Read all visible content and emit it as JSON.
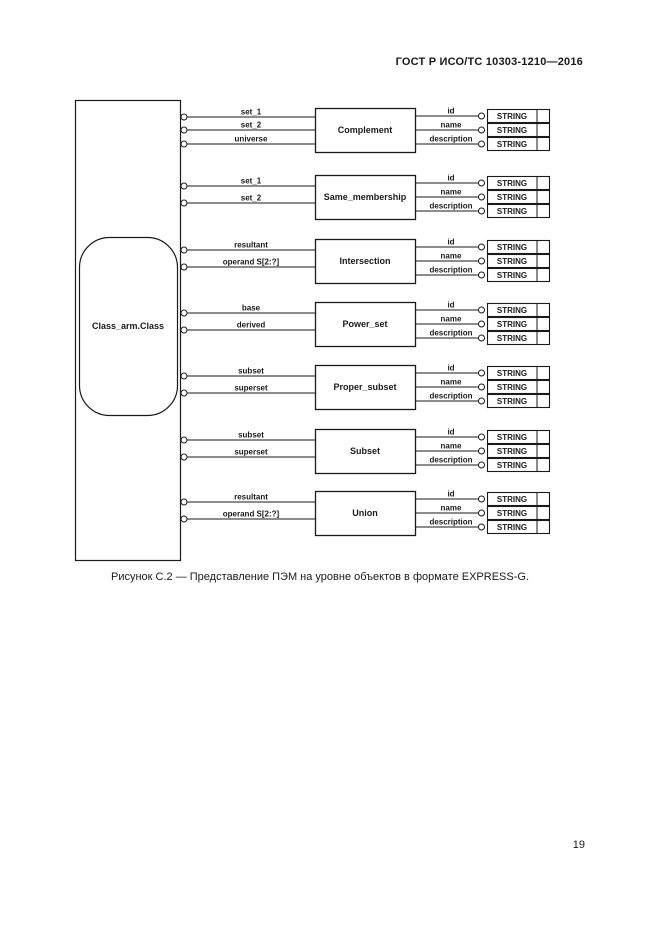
{
  "page": {
    "header": "ГОСТ Р ИСО/ТС 10303-1210—2016",
    "caption": "Рисунок С.2 — Представление ПЭМ на уровне объектов в формате EXPRESS-G.",
    "page_number": "19"
  },
  "diagram": {
    "type": "express-g",
    "class_node_label": "Class_arm.Class",
    "string_type_label": "STRING",
    "right_attributes": [
      "id",
      "name",
      "description"
    ],
    "entities": [
      {
        "name": "Complement",
        "left_attributes": [
          "set_1",
          "set_2",
          "universe"
        ]
      },
      {
        "name": "Same_membership",
        "left_attributes": [
          "set_1",
          "set_2"
        ]
      },
      {
        "name": "Intersection",
        "left_attributes": [
          "resultant",
          "operand S[2:?]"
        ]
      },
      {
        "name": "Power_set",
        "left_attributes": [
          "base",
          "derived"
        ]
      },
      {
        "name": "Proper_subset",
        "left_attributes": [
          "subset",
          "superset"
        ]
      },
      {
        "name": "Subset",
        "left_attributes": [
          "subset",
          "superset"
        ]
      },
      {
        "name": "Union",
        "left_attributes": [
          "resultant",
          "operand S[2:?]"
        ]
      }
    ],
    "colors": {
      "stroke": "#1a1a1a",
      "fill": "#ffffff"
    }
  }
}
